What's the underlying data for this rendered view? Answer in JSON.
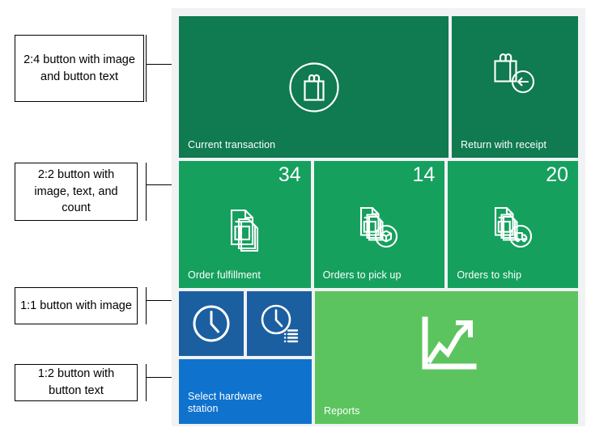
{
  "annotations": [
    {
      "id": "ann-2-4",
      "text": "2:4 button with image and button text"
    },
    {
      "id": "ann-2-2",
      "text": "2:2 button with image, text, and count"
    },
    {
      "id": "ann-1-1",
      "text": "1:1 button with image"
    },
    {
      "id": "ann-1-2",
      "text": "1:2 button with button text"
    }
  ],
  "colors": {
    "board_background": "#f0f2f4",
    "tile_dark_green": "#107a51",
    "tile_green": "#15a05e",
    "tile_light_green": "#5cc45f",
    "tile_dark_blue": "#1b5fa0",
    "tile_blue": "#0f73ce",
    "annotation_border": "#000000",
    "tile_text": "#ffffff"
  },
  "tiles": {
    "current_transaction": {
      "label": "Current transaction",
      "icon": "shopping-bag-circle-icon",
      "size": "2:4"
    },
    "return_with_receipt": {
      "label": "Return with receipt",
      "icon": "shopping-bag-back-arrow-icon",
      "size": "2:2"
    },
    "order_fulfillment": {
      "label": "Order fulfillment",
      "count": "34",
      "icon": "document-stack-icon",
      "size": "2:2"
    },
    "orders_to_pick_up": {
      "label": "Orders to pick up",
      "count": "14",
      "icon": "document-stack-package-icon",
      "size": "2:2"
    },
    "orders_to_ship": {
      "label": "Orders to ship",
      "count": "20",
      "icon": "document-stack-truck-icon",
      "size": "2:2"
    },
    "show_journal": {
      "label": "",
      "icon": "clock-icon",
      "size": "1:1"
    },
    "time_clock": {
      "label": "",
      "icon": "clock-list-icon",
      "size": "1:1"
    },
    "select_hardware_station": {
      "label": "Select hardware\nstation",
      "icon": "",
      "size": "1:2"
    },
    "reports": {
      "label": "Reports",
      "icon": "chart-trend-up-icon",
      "size": "2:4"
    }
  }
}
